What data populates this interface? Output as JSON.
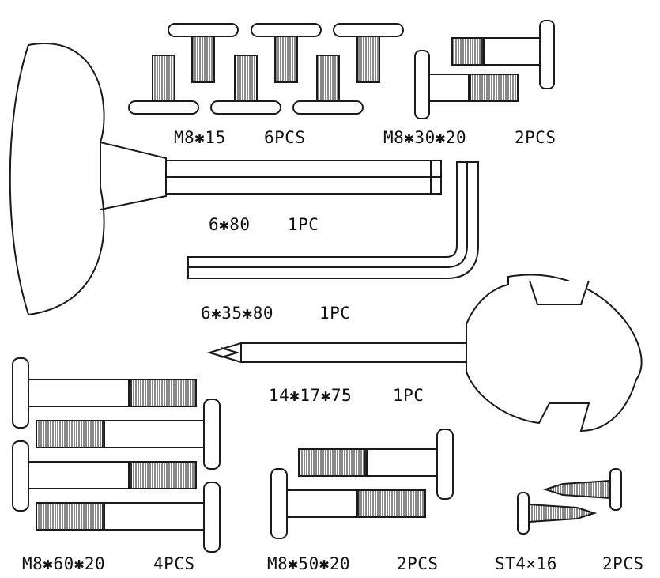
{
  "labels": {
    "m8x15": "M8✱15",
    "m8x15_qty": "6PCS",
    "m8x30x20": "M8✱30✱20",
    "m8x30x20_qty": "2PCS",
    "hex6x80": "6✱80",
    "hex6x80_qty": "1PC",
    "lkey": "6✱35✱80",
    "lkey_qty": "1PC",
    "wrench": "14✱17✱75",
    "wrench_qty": "1PC",
    "m8x60x20": "M8✱60✱20",
    "m8x60x20_qty": "4PCS",
    "m8x50x20": "M8✱50✱20",
    "m8x50x20_qty": "2PCS",
    "st4x16": "ST4×16",
    "st4x16_qty": "2PCS"
  },
  "colors": {
    "line": "#1a1a1a",
    "thread": "#3a3a3a",
    "fill": "#ffffff"
  }
}
